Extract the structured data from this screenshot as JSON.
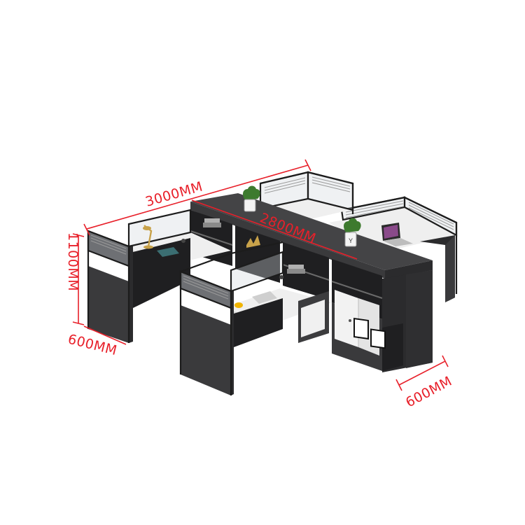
{
  "product": {
    "description_icon": "office-workstation-4-seat-icon"
  },
  "dimensions": {
    "width_total": "3000MM",
    "cabinet_length": "2800MM",
    "height": "1100MM",
    "depth_left": "600MM",
    "depth_right": "600MM"
  },
  "colors": {
    "dimension_red": "#e8202a",
    "panel_dark": "#3a3a3c",
    "desk_white": "#efefef"
  }
}
